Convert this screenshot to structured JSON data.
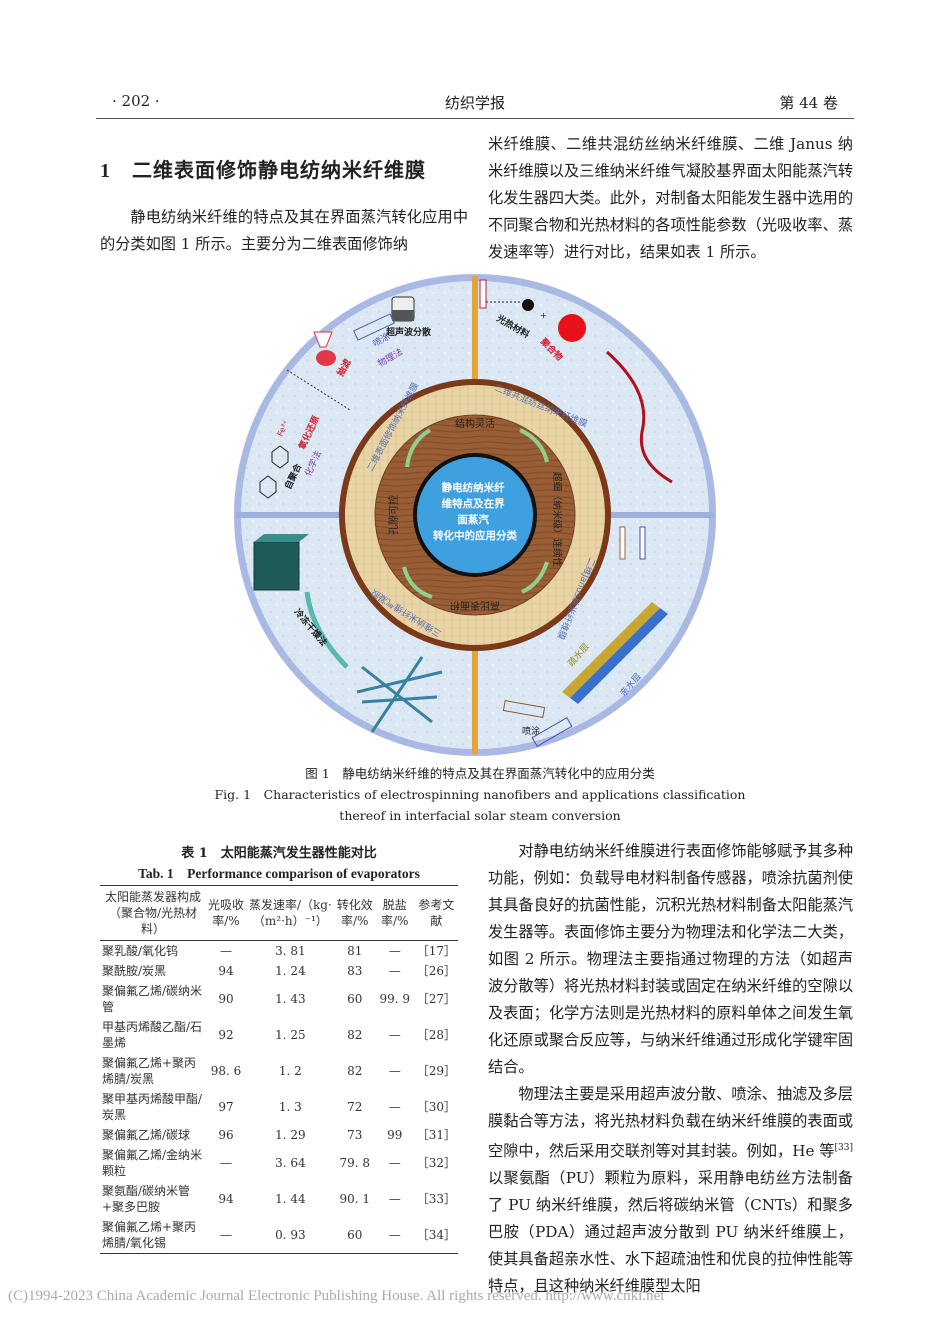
{
  "header": {
    "page_number": "· 202 ·",
    "journal": "纺织学报",
    "volume": "第 44 卷"
  },
  "section": {
    "number": "1",
    "title": "二维表面修饰静电纺纳米纤维膜"
  },
  "left_column": {
    "paragraph1": "静电纺纳米纤维的特点及其在界面蒸汽转化应用中的分类如图 1 所示。主要分为二维表面修饰纳"
  },
  "right_column_top": {
    "paragraph1_cont": "米纤维膜、二维共混纺丝纳米纤维膜、二维 Janus 纳米纤维膜以及三维纳米纤维气凝胶基界面太阳能蒸汽转化发生器四大类。此外，对制备太阳能发生器中选用的不同聚合物和光热材料的各项性能参数（光吸收率、蒸发速率等）进行对比，结果如表 1 所示。"
  },
  "figure1": {
    "center_text": [
      "静电纺纳米纤",
      "维特点及在界",
      "面蒸汽",
      "转化中的应用分类"
    ],
    "features": {
      "top": "结构灵活",
      "right": "超细（纳米级）连续性",
      "bottom": "高比表面积",
      "left": "孔隙可控"
    },
    "ring_labels": {
      "top_left": "二维表面修饰纳米纤维膜",
      "top_right": "二维共混纺丝纳米纤维膜",
      "bottom_right": "二维Janus纳米纤维膜",
      "bottom_left": "三维纳米纤维气凝胶"
    },
    "quadrant_top_left": {
      "ultrasonic": "超声波分散",
      "spray": "喷涂",
      "physical": "物理法",
      "filter": "抽滤",
      "redox": "氧化还原",
      "fe_label": "Fe³⁺",
      "self_poly": "自聚合",
      "chemical": "化学法"
    },
    "quadrant_top_right": {
      "photothermal": "光热材料",
      "plus": "+",
      "polymer": "聚合物"
    },
    "quadrant_bottom_right": {
      "hydrophobic": "疏水层",
      "hydrophilic": "亲水层",
      "spray": "喷涂"
    },
    "quadrant_bottom_left": {
      "freeze_dry": "冷冻干燥法"
    },
    "caption_cn_label": "图 1",
    "caption_cn": "静电纺纳米纤维的特点及其在界面蒸汽转化中的应用分类",
    "caption_en_label": "Fig. 1",
    "caption_en_line1": "Characteristics of electrospinning nanofibers and applications classification",
    "caption_en_line2": "thereof in interfacial solar steam conversion"
  },
  "table1": {
    "caption_cn": "表 1　太阳能蒸汽发生器性能对比",
    "caption_en": "Tab. 1　Performance comparison of evaporators",
    "headers": [
      "太阳能蒸发器构成（聚合物/光热材料）",
      "光吸收率/%",
      "蒸发速率/（kg·（m²·h）⁻¹）",
      "转化效率/%",
      "脱盐率/%",
      "参考文献"
    ],
    "rows": [
      {
        "name": "聚乳酸/氧化钨",
        "absorb": "—",
        "rate": "3. 81",
        "eff": "81",
        "desal": "—",
        "ref": "［17］"
      },
      {
        "name": "聚酰胺/炭黑",
        "absorb": "94",
        "rate": "1. 24",
        "eff": "83",
        "desal": "—",
        "ref": "［26］"
      },
      {
        "name": "聚偏氟乙烯/碳纳米管",
        "absorb": "90",
        "rate": "1. 43",
        "eff": "60",
        "desal": "99. 9",
        "ref": "［27］"
      },
      {
        "name": "甲基丙烯酸乙酯/石墨烯",
        "absorb": "92",
        "rate": "1. 25",
        "eff": "82",
        "desal": "—",
        "ref": "［28］"
      },
      {
        "name": "聚偏氟乙烯+聚丙烯腈/炭黑",
        "absorb": "98. 6",
        "rate": "1. 2",
        "eff": "82",
        "desal": "—",
        "ref": "［29］"
      },
      {
        "name": "聚甲基丙烯酸甲酯/炭黑",
        "absorb": "97",
        "rate": "1. 3",
        "eff": "72",
        "desal": "—",
        "ref": "［30］"
      },
      {
        "name": "聚偏氟乙烯/碳球",
        "absorb": "96",
        "rate": "1. 29",
        "eff": "73",
        "desal": "99",
        "ref": "［31］"
      },
      {
        "name": "聚偏氟乙烯/金纳米颗粒",
        "absorb": "—",
        "rate": "3. 64",
        "eff": "79. 8",
        "desal": "—",
        "ref": "［32］"
      },
      {
        "name": "聚氨酯/碳纳米管+聚多巴胺",
        "absorb": "94",
        "rate": "1. 44",
        "eff": "90. 1",
        "desal": "—",
        "ref": "［33］"
      },
      {
        "name": "聚偏氟乙烯+聚丙烯腈/氧化锡",
        "absorb": "—",
        "rate": "0. 93",
        "eff": "60",
        "desal": "—",
        "ref": "［34］"
      }
    ]
  },
  "right_column_bottom": {
    "paragraph2": "对静电纺纳米纤维膜进行表面修饰能够赋予其多种功能，例如：负载导电材料制备传感器，喷涂抗菌剂使其具备良好的抗菌性能，沉积光热材料制备太阳能蒸汽发生器等。表面修饰主要分为物理法和化学法二大类，如图 2 所示。物理法主要指通过物理的方法（如超声波分散等）将光热材料封装或固定在纳米纤维的空隙以及表面；化学方法则是光热材料的原料单体之间发生氧化还原或聚合反应等，与纳米纤维通过形成化学键牢固结合。",
    "paragraph3_a": "物理法主要是采用超声波分散、喷涂、抽滤及多层膜黏合等方法，将光热材料负载在纳米纤维膜的表面或空隙中，然后采用交联剂等对其封装。例如，He 等",
    "paragraph3_cite": "[33]",
    "paragraph3_b": "以聚氨酯（PU）颗粒为原料，采用静电纺丝方法制备了 PU 纳米纤维膜，然后将碳纳米管（CNTs）和聚多巴胺（PDA）通过超声波分散到 PU 纳米纤维膜上，使其具备超亲水性、水下超疏油性和优良的拉伸性能等特点，且这种纳米纤维膜型太阳"
  },
  "footer": {
    "copyright": "(C)1994-2023 China Academic Journal Electronic Publishing House. All rights reserved.    http://www.cnki.net"
  }
}
